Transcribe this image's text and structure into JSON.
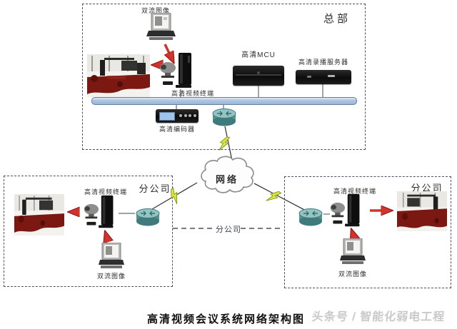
{
  "diagram_title": "高清视频会议系统网络架构图",
  "watermark": "头条号 / 智能化弱电工程",
  "headquarters": {
    "label": "总部",
    "dual_stream_image": "双流图像",
    "hd_video_terminal": "高清视频终端",
    "hd_mcu": "高清MCU",
    "hd_recording_server": "高清录播服务器",
    "hd_encoder": "高清编码器"
  },
  "network_cloud": {
    "label": "网络"
  },
  "branch_left": {
    "label": "分公司",
    "hd_video_terminal": "高清视频终端",
    "dual_stream_image": "双流图像"
  },
  "branch_middle": {
    "label": "分公司"
  },
  "branch_right": {
    "label": "分公司",
    "hd_video_terminal": "高清视频终端",
    "dual_stream_image": "双流图像"
  },
  "colors": {
    "red_arrow": "#d0342c",
    "lightning": "#d9e63c",
    "router_teal": "#5b9596",
    "bus_blue": "#aec4de",
    "dashed_border": "#4a5060"
  }
}
